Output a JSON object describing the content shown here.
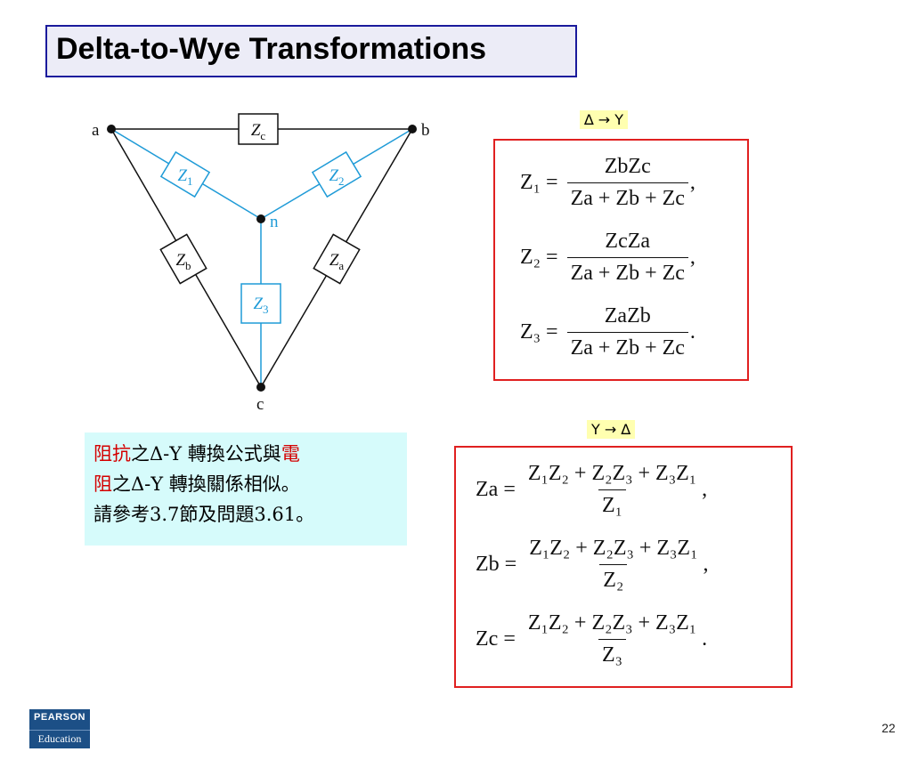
{
  "title": "Delta-to-Wye Transformations",
  "circuit": {
    "node_a": "a",
    "node_b": "b",
    "node_c": "c",
    "node_n": "n",
    "box_zc": "Zc",
    "box_z1": "Z1",
    "box_z2": "Z2",
    "box_zb": "Zb",
    "box_za": "Za",
    "box_z3": "Z3",
    "colors": {
      "delta": "#111111",
      "wye": "#1f9bd7"
    }
  },
  "delta_to_y": {
    "label": "∆ → Y",
    "rows": [
      {
        "lhs": "Z₁ =",
        "num": "ZbZc",
        "den": "Za + Zb + Zc",
        "punct": ","
      },
      {
        "lhs": "Z₂ =",
        "num": "ZcZa",
        "den": "Za + Zb + Zc",
        "punct": ","
      },
      {
        "lhs": "Z₃ =",
        "num": "ZaZb",
        "den": "Za + Zb + Zc",
        "punct": "."
      }
    ]
  },
  "y_to_delta": {
    "label": "Y → ∆",
    "rows": [
      {
        "lhs": "Za =",
        "num": "Z₁Z₂ + Z₂Z₃ + Z₃Z₁",
        "den": "Z₁",
        "punct": ","
      },
      {
        "lhs": "Zb =",
        "num": "Z₁Z₂ + Z₂Z₃ + Z₃Z₁",
        "den": "Z₂",
        "punct": ","
      },
      {
        "lhs": "Zc =",
        "num": "Z₁Z₂ + Z₂Z₃ + Z₃Z₁",
        "den": "Z₃",
        "punct": "."
      }
    ]
  },
  "note": {
    "l1_red1": "阻抗",
    "l1_mid": "之Δ-Y 轉換公式與",
    "l1_red2": "電",
    "l2_red": "阻",
    "l2_rest": "之Δ-Y 轉換關係相似。",
    "l3": "請參考3.7節及問題3.61。"
  },
  "footer": {
    "logo_top": "PEARSON",
    "logo_bottom": "Education",
    "page": "22"
  }
}
